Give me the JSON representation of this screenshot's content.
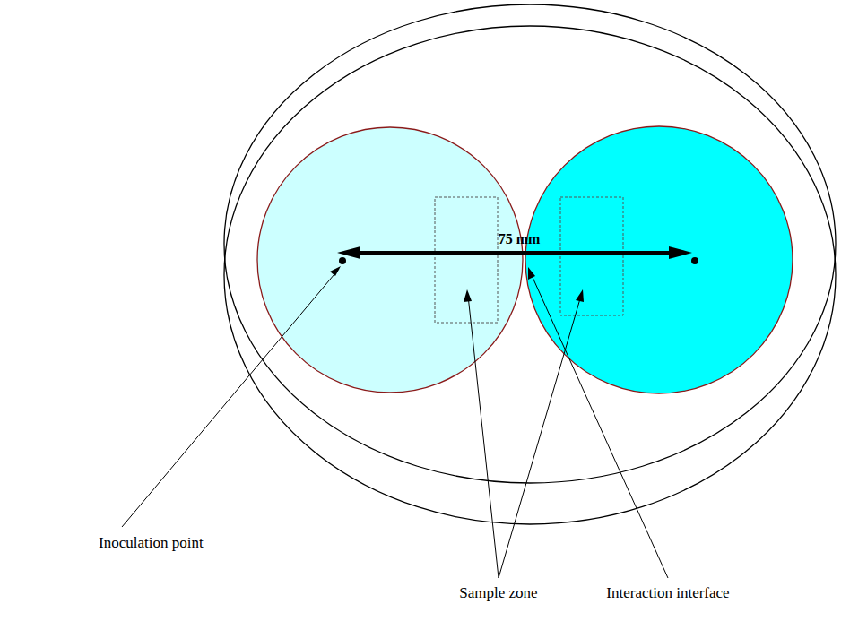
{
  "diagram": {
    "labels": [
      "75 mm",
      "Inoculation point",
      "Sample zone",
      "Interaction interface"
    ]
  }
}
